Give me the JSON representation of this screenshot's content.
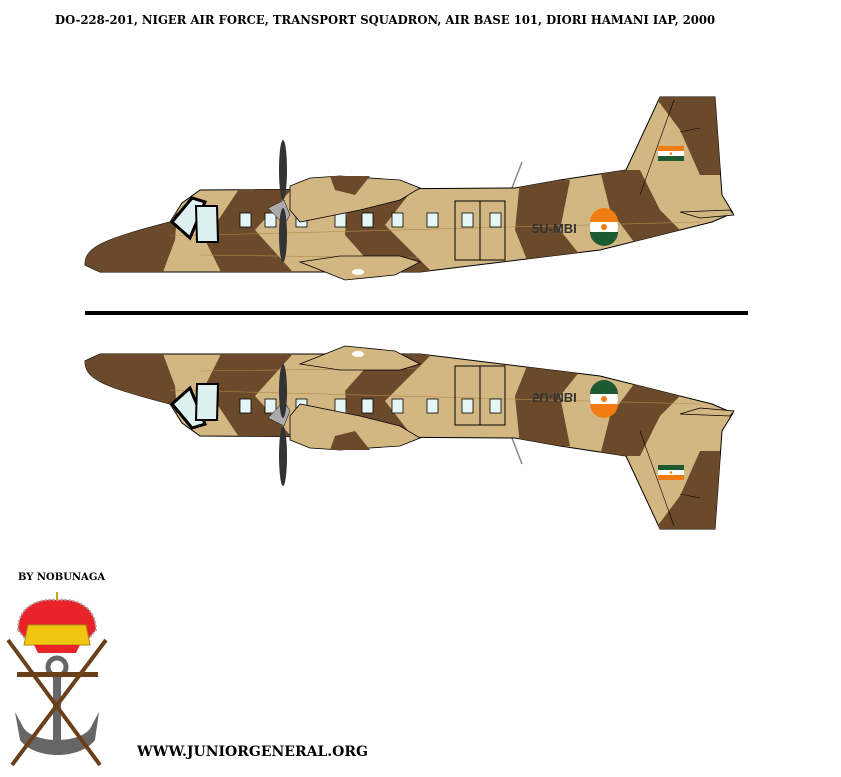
{
  "title": "DO-228-201, NIGER AIR FORCE, TRANSPORT SQUADRON, AIR BASE 101, DIORI HAMANI IAP, 2000",
  "byline": "BY NOBUNAGA",
  "website": "WWW.JUNIORGENERAL.ORG",
  "aircraft": {
    "registration": "5U-MBI",
    "views": [
      "left-side",
      "right-side"
    ]
  },
  "colors": {
    "sand": "#d3b782",
    "brown": "#6b4a2b",
    "roundel_orange": "#f07c12",
    "roundel_green": "#1d5a32",
    "window": "#e6f6f6"
  }
}
